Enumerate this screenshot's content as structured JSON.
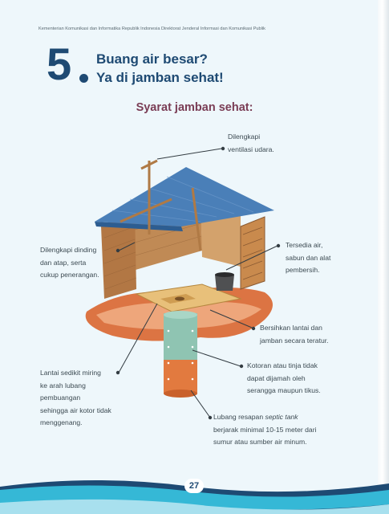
{
  "header": {
    "publisher": "Kementerian Komunikasi dan Informatika Republik Indonesia Direktorat Jenderal Informasi dan Komunikasi Publik"
  },
  "section": {
    "number": "5",
    "title_line1": "Buang air besar?",
    "title_line2": "Ya di jamban sehat!"
  },
  "subtitle": "Syarat jamban sehat:",
  "annotations": {
    "ventilasi": [
      "Dilengkapi",
      "ventilasi udara."
    ],
    "dinding": [
      "Dilengkapi dinding",
      "dan atap, serta",
      "cukup penerangan."
    ],
    "air": [
      "Tersedia air,",
      "sabun dan alat",
      "pembersih."
    ],
    "lantai": [
      "Bersihkan lantai dan",
      "jamban secara teratur."
    ],
    "kotoran": [
      "Kotoran atau tinja tidak",
      "dapat dijamah oleh",
      "serangga maupun tikus."
    ],
    "miring": [
      "Lantai sedikit miring",
      "ke arah lubang",
      "pembuangan",
      "sehingga air kotor tidak",
      "menggenang."
    ],
    "lubang": {
      "line1_prefix": "Lubang resapan ",
      "line1_italic": "septic tank",
      "line2": "berjarak minimal 10-15 meter dari",
      "line3": "sumur atau sumber air minum."
    }
  },
  "page_number": "27",
  "colors": {
    "title": "#1e4a73",
    "subtitle": "#7a3d55",
    "band_dark": "#1e4a73",
    "band_light": "#35b8d6"
  }
}
